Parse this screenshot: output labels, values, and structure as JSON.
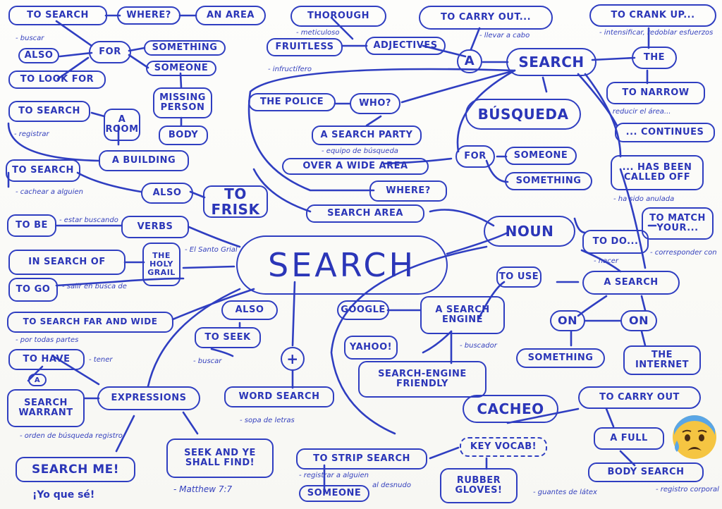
{
  "center": "SEARCH",
  "nodes": {
    "to_search": "TO SEARCH",
    "where": "WHERE?",
    "an_area": "AN AREA",
    "for_left": "FOR",
    "also_left": "ALSO",
    "something": "SOMETHING",
    "someone": "SOMEONE",
    "to_look_for": "TO LOOK FOR",
    "missing_person": "MISSING\nPERSON",
    "body": "BODY",
    "to_search_room": "TO SEARCH",
    "a_room": "A\nROOM",
    "a_building": "A BUILDING",
    "to_search_person": "TO SEARCH",
    "also_frisk": "ALSO",
    "to_frisk": "TO\nFRISK",
    "to_be": "TO BE",
    "verbs": "VERBS",
    "in_search_of": "IN SEARCH OF",
    "holy_grail": "THE\nHOLY\nGRAIL",
    "to_go": "TO GO",
    "search_far_wide": "TO SEARCH FAR AND WIDE",
    "to_have": "TO HAVE",
    "a_warrant": "A",
    "search_warrant": "SEARCH\nWARRANT",
    "expressions": "EXPRESSIONS",
    "search_me": "SEARCH ME!",
    "thorough": "THOROUGH",
    "fruitless": "FRUITLESS",
    "adjectives": "ADJECTIVES",
    "to_carry_out_top": "TO CARRY OUT...",
    "a_top": "A",
    "search_top": "SEARCH",
    "to_crank_up": "TO CRANK UP...",
    "the": "THE",
    "to_narrow": "TO NARROW",
    "continues": "... CONTINUES",
    "called_off": "... HAS BEEN\nCALLED OFF",
    "busqueda": "BÚSQUEDA",
    "the_police": "THE POLICE",
    "who": "WHO?",
    "search_party": "A SEARCH PARTY",
    "for_right": "FOR",
    "someone_right": "SOMEONE",
    "something_right": "SOMETHING",
    "wide_area": "OVER A WIDE AREA",
    "where_right": "WHERE?",
    "search_area": "SEARCH AREA",
    "noun": "NOUN",
    "to_match": "TO MATCH\nYOUR...",
    "to_do": "TO DO...",
    "a_search": "A SEARCH",
    "to_use": "TO USE",
    "google": "GOOGLE",
    "search_engine": "A SEARCH\nENGINE",
    "yahoo": "YAHOO!",
    "search_engine_friendly": "SEARCH-ENGINE\nFRIENDLY",
    "on_left": "ON",
    "on_right": "ON",
    "something_on": "SOMETHING",
    "the_internet": "THE\nINTERNET",
    "also_seek": "ALSO",
    "to_seek": "TO SEEK",
    "plus": "+",
    "word_search": "WORD SEARCH",
    "seek_and_find": "SEEK AND YE\nSHALL FIND!",
    "cacheo": "CACHEO",
    "carry_out_bottom": "TO CARRY OUT",
    "a_full": "A FULL",
    "body_search": "BODY SEARCH",
    "strip_search": "TO STRIP SEARCH",
    "key_vocab": "KEY VOCAB!",
    "someone_bottom": "SOMEONE",
    "rubber_gloves": "RUBBER\nGLOVES!"
  },
  "notes": {
    "buscar": "- buscar",
    "registrar": "- registrar",
    "cachear": "- cachear a alguien",
    "estar_buscando": "- estar\n  buscando",
    "santo_grial": "- El Santo\n  Grial",
    "salir_en_busca": "- salir en\n  busca de",
    "por_todas_partes": "- por todas partes",
    "tener": "- tener",
    "orden_busqueda": "- orden de búsqueda\n  registro",
    "meticuloso": "- meticuloso",
    "llevar_a_cabo": "- llevar a cabo",
    "infructifero": "- infructífero",
    "intensificar": "- intensificar, redoblar\n  esfuerzos",
    "reducir_area": "- reducir el área...",
    "ha_sido_anulada": "- ha sido anulada",
    "equipo_busqueda": "- equipo de búsqueda",
    "corresponder": "- corresponder\n  con",
    "hacer": "- hacer",
    "buscador": "- buscador",
    "buscar_seek": "- buscar",
    "sopa_de_letras": "- sopa de letras",
    "matthew": "- Matthew 7:7",
    "registrar_alguien": "- registrar a alguien",
    "al_desnudo": "al\ndesnudo",
    "guantes_latex": "- guantes de látex",
    "registro_corporal": "- registro\n  corporal"
  },
  "footer": "¡Yo que sé!",
  "emoji": "anxious-face-with-sweat",
  "colors": {
    "ink": "#2f3ec1",
    "paper": "#fbfbf8",
    "emoji_face": "#f5c542",
    "emoji_top": "#5aa6e6"
  }
}
